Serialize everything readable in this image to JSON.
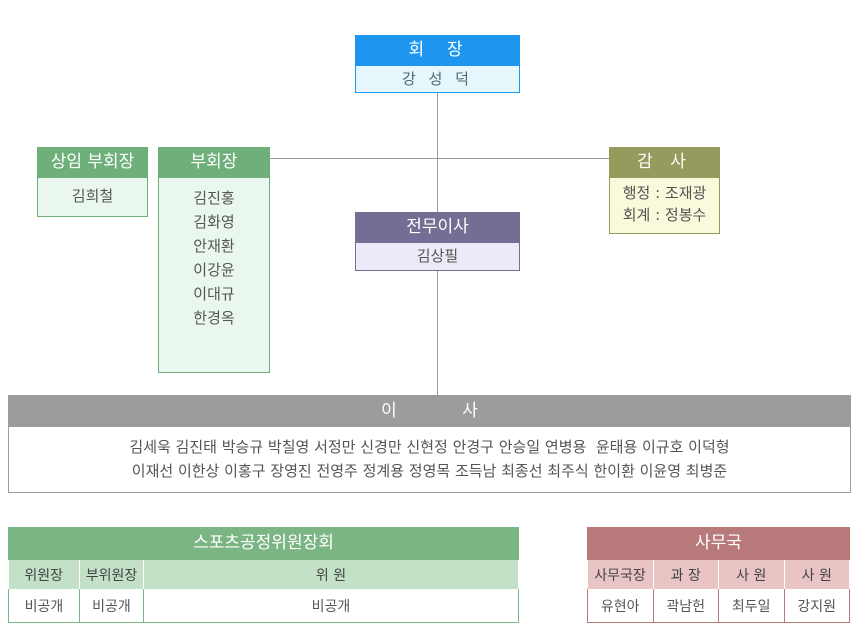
{
  "chairman": {
    "title": "회  장",
    "name": "강 성 덕"
  },
  "senior_vice_chairman": {
    "title": "상임 부회장",
    "name": "김희철"
  },
  "vice_chairman": {
    "title": "부회장",
    "members": [
      "김진홍",
      "김화영",
      "안재환",
      "이강윤",
      "이대규",
      "한경옥"
    ]
  },
  "auditor": {
    "title": "감 사",
    "lines": [
      "행정 : 조재광",
      "회계 : 정봉수"
    ]
  },
  "executive_director": {
    "title": "전무이사",
    "name": "김상필"
  },
  "directors": {
    "title": "이 사",
    "line1": "김세욱 김진태 박승규 박칠영 서정만 신경만 신현정 안경구 안승일 연병용  윤태용 이규호 이덕형",
    "line2": "이재선 이한상 이홍구 장영진 전영주 정계용 정영목 조득남 최종선 최주식 한이환 이윤영 최병준"
  },
  "sports_committee": {
    "title": "스포츠공정위원장회",
    "headers": [
      "위원장",
      "부위원장",
      "위 원"
    ],
    "values": [
      "비공개",
      "비공개",
      "비공개"
    ]
  },
  "secretariat": {
    "title": "사무국",
    "headers": [
      "사무국장",
      "과 장",
      "사 원",
      "사 원"
    ],
    "values": [
      "유현아",
      "곽남헌",
      "최두일",
      "강지원"
    ]
  }
}
